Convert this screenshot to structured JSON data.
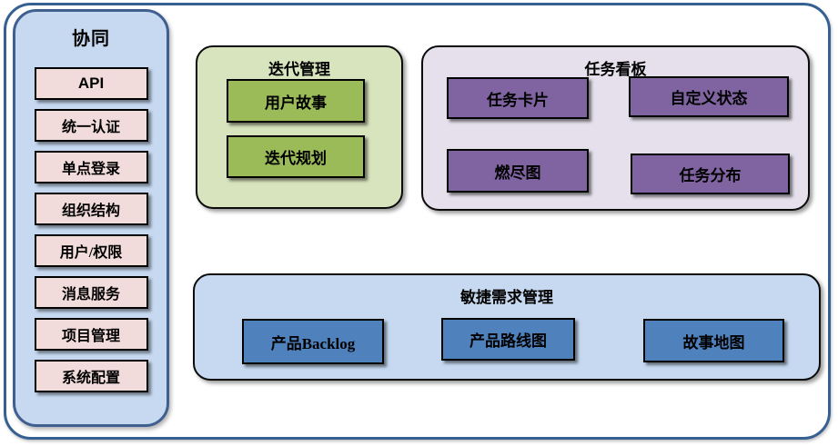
{
  "sidebar": {
    "title": "协同",
    "items": [
      "API",
      "统一认证",
      "单点登录",
      "组织结构",
      "用户/权限",
      "消息服务",
      "项目管理",
      "系统配置"
    ]
  },
  "panels": [
    {
      "title": "迭代管理",
      "items": [
        "用户故事",
        "迭代规划"
      ]
    },
    {
      "title": "任务看板",
      "items": [
        "任务卡片",
        "自定义状态",
        "燃尽图",
        "任务分布"
      ]
    },
    {
      "title": "敏捷需求管理",
      "items": [
        "产品Backlog",
        "产品路线图",
        "故事地图"
      ]
    }
  ],
  "colors": {
    "frame-border": "#376092",
    "sidebar-bg": "#c6d9f1",
    "sidebar-border": "#3f5f8f",
    "item-pink": "#f2dcdb",
    "panel-green-bg": "#d7e4bd",
    "button-green": "#9bbb59",
    "panel-purple-bg": "#e5e0ec",
    "button-purple": "#8064a2",
    "panel-blue-bg": "#c6d9f1",
    "button-blue": "#4f81bd"
  }
}
